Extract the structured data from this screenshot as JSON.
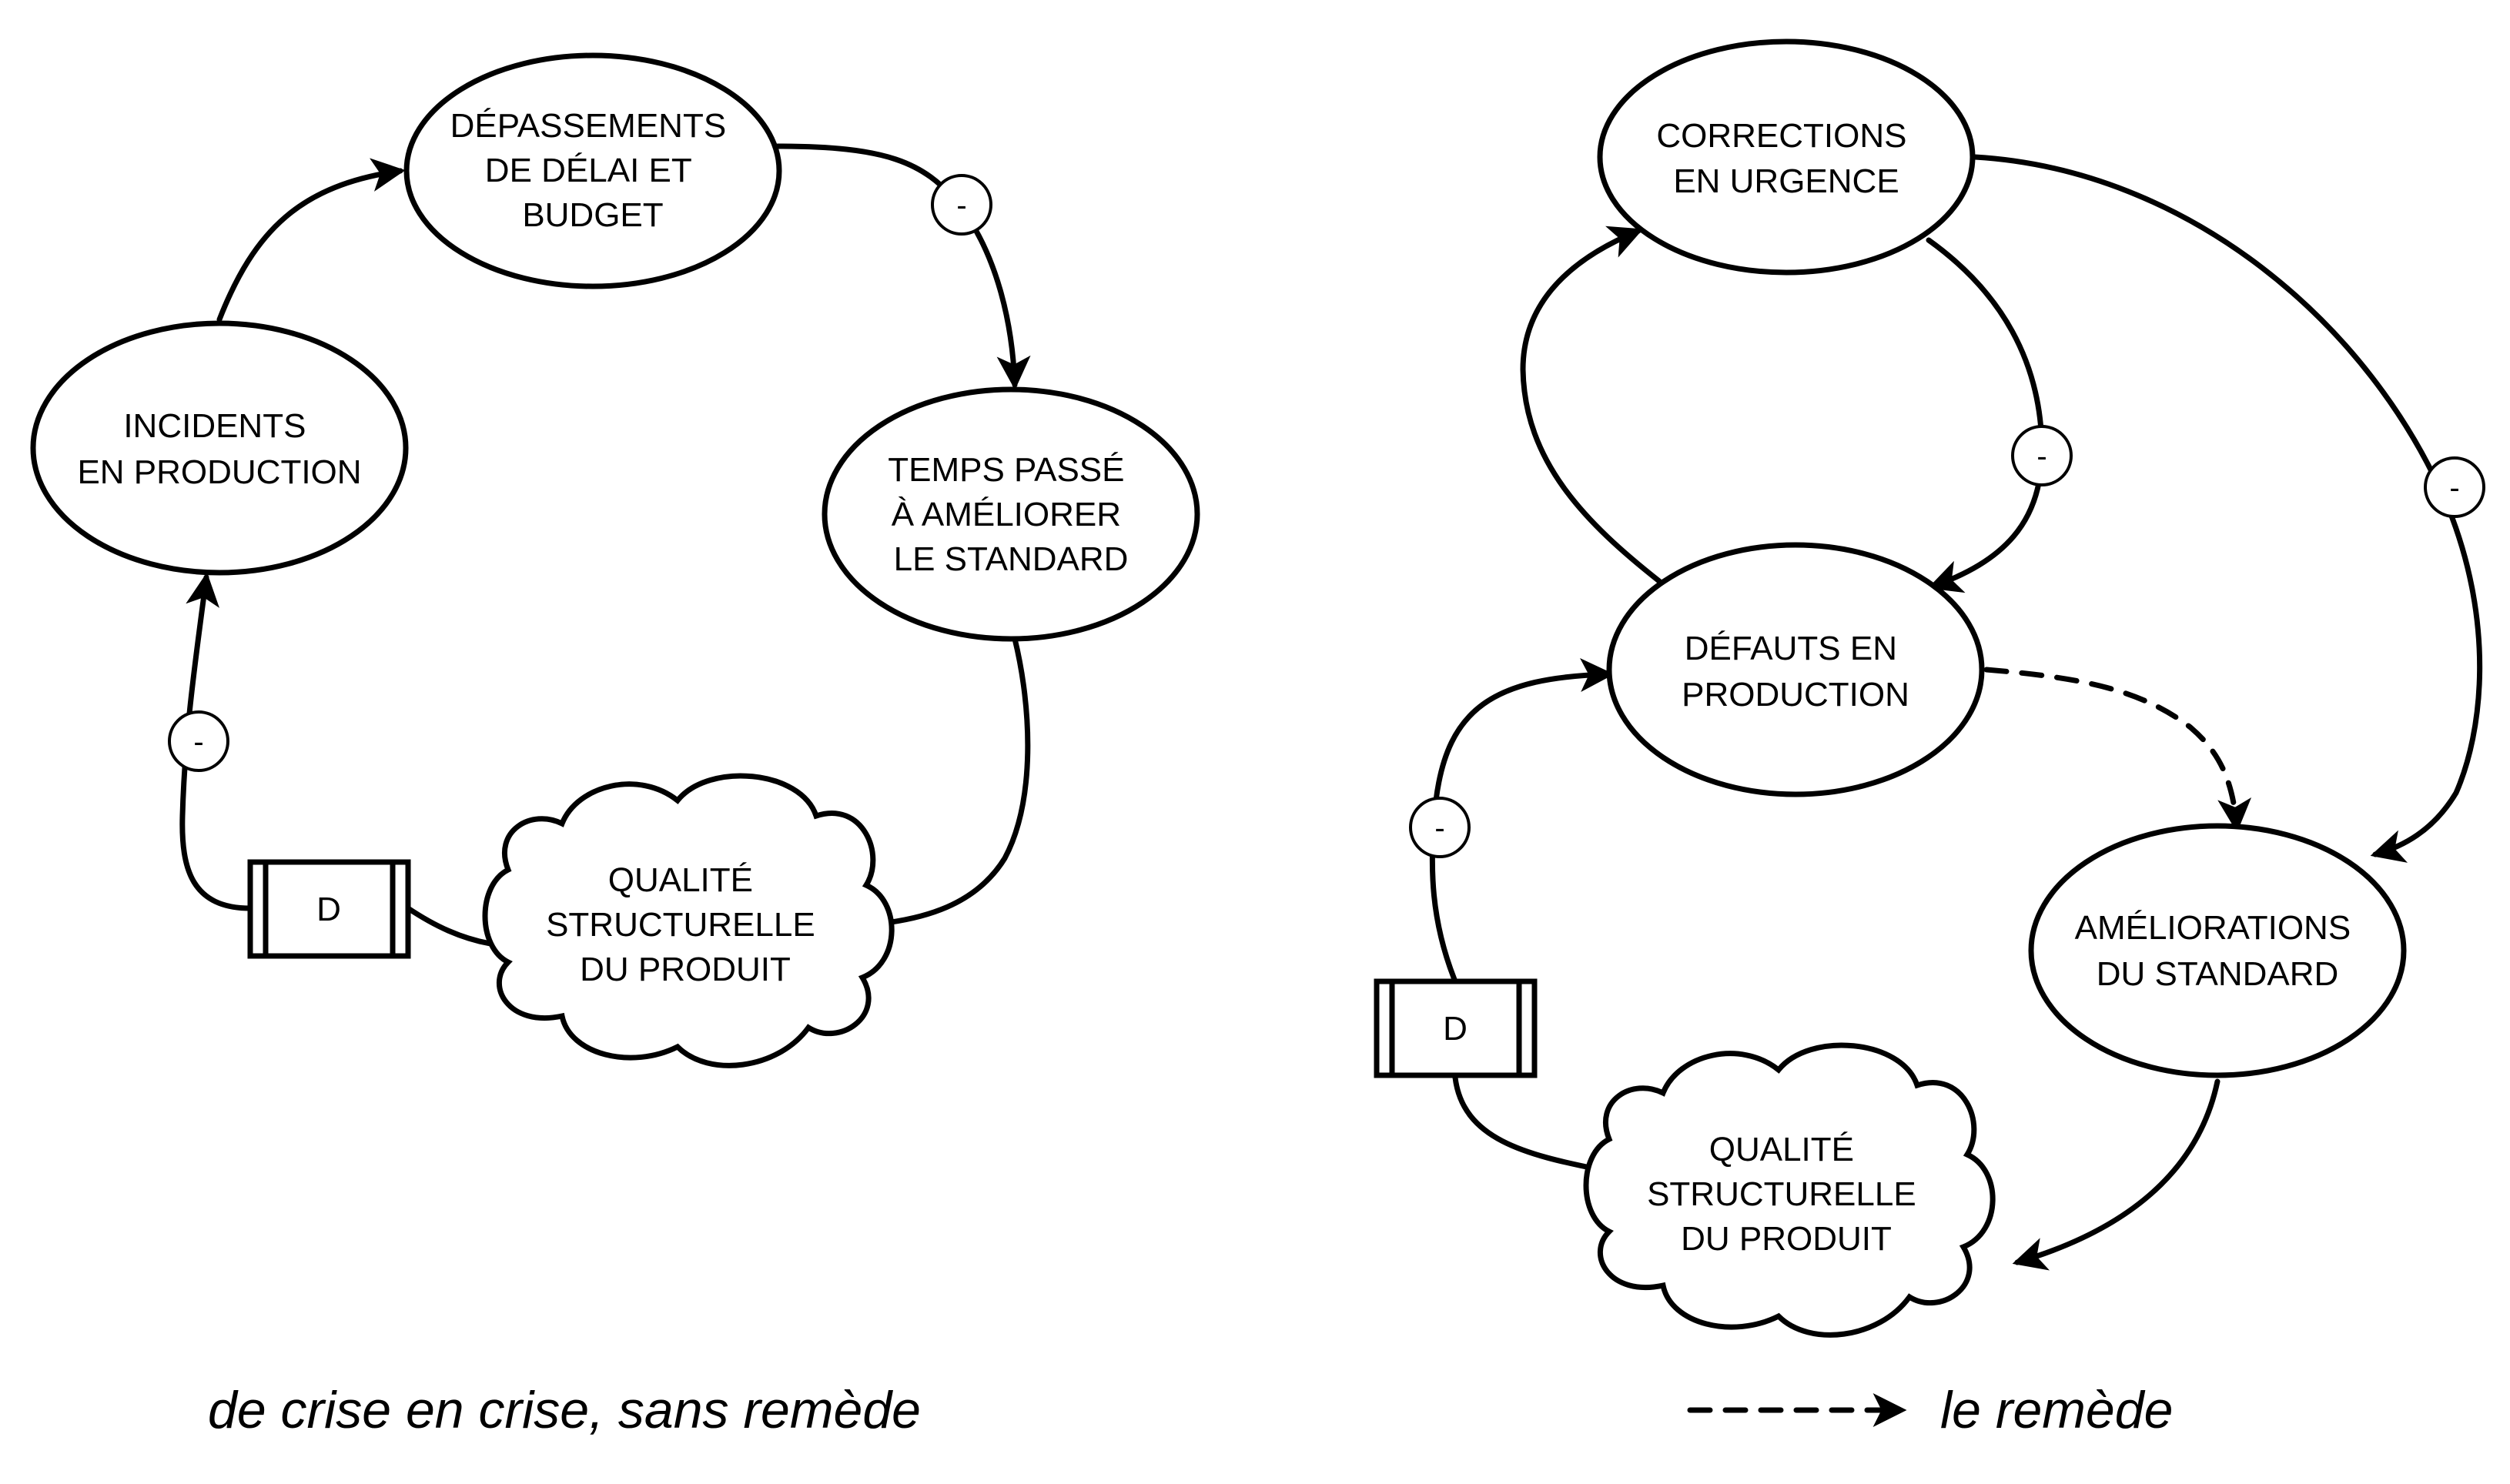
{
  "left_diagram": {
    "nodes": {
      "depassements": [
        "DÉPASSEMENTS",
        "DE DÉLAI ET",
        "BUDGET"
      ],
      "temps": [
        "TEMPS PASSÉ",
        "À AMÉLIORER",
        "LE STANDARD"
      ],
      "incidents": [
        "INCIDENTS",
        "EN PRODUCTION"
      ],
      "qualite": [
        "QUALITÉ",
        "STRUCTURELLE",
        "DU PRODUIT"
      ],
      "delay": "D"
    },
    "minus_signs": [
      "-",
      "-"
    ],
    "caption": "de crise en crise, sans remède"
  },
  "right_diagram": {
    "nodes": {
      "corrections": [
        "CORRECTIONS",
        "EN URGENCE"
      ],
      "defauts": [
        "DÉFAUTS EN",
        "PRODUCTION"
      ],
      "ameliorations": [
        "AMÉLIORATIONS",
        "DU STANDARD"
      ],
      "qualite": [
        "QUALITÉ",
        "STRUCTURELLE",
        "DU PRODUIT"
      ],
      "delay": "D"
    },
    "minus_signs": [
      "-",
      "-",
      "-"
    ],
    "legend_label": "le remède"
  }
}
